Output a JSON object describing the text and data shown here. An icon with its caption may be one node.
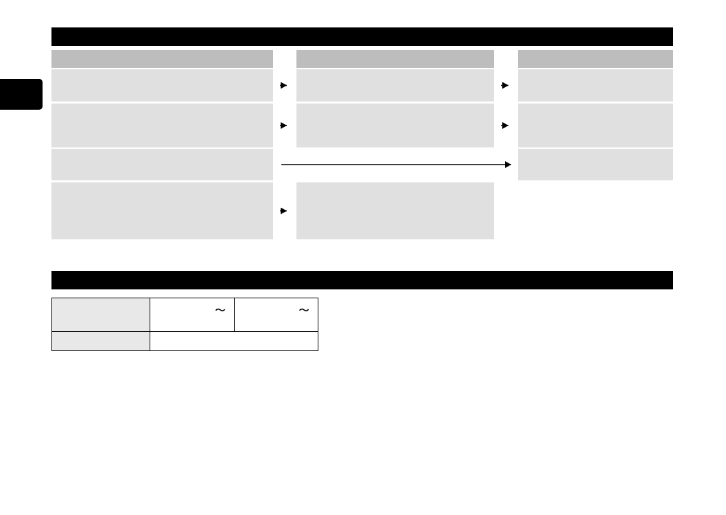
{
  "diagram": {
    "nodes": [
      {
        "text": [],
        "shape": "box"
      },
      {
        "text": [],
        "shape": "box"
      },
      {
        "text": [],
        "shape": "box"
      },
      {
        "text": [],
        "shape": "box"
      },
      {
        "text": [],
        "shape": "box"
      },
      {
        "text": [],
        "shape": "box"
      },
      {
        "text": [],
        "shape": "box"
      },
      {
        "text": [],
        "shape": "box"
      },
      {
        "text": [],
        "shape": "box"
      },
      {
        "text": [],
        "shape": "box"
      },
      {
        "text": [],
        "shape": "box"
      },
      {
        "text": [],
        "shape": "box"
      },
      {
        "text": [],
        "shape": "box"
      }
    ],
    "edges": [
      {
        "from": 3,
        "to": 4,
        "arrow": "to"
      },
      {
        "from": 4,
        "to": 5,
        "arrow": "to"
      },
      {
        "from": 6,
        "to": 7,
        "arrow": "to"
      },
      {
        "from": 7,
        "to": 8,
        "arrow": "to"
      },
      {
        "from": 9,
        "to": 10,
        "arrow": "to"
      },
      {
        "from": 11,
        "to": 12,
        "arrow": "to"
      }
    ],
    "labels": [
      "〜",
      "〜"
    ]
  }
}
